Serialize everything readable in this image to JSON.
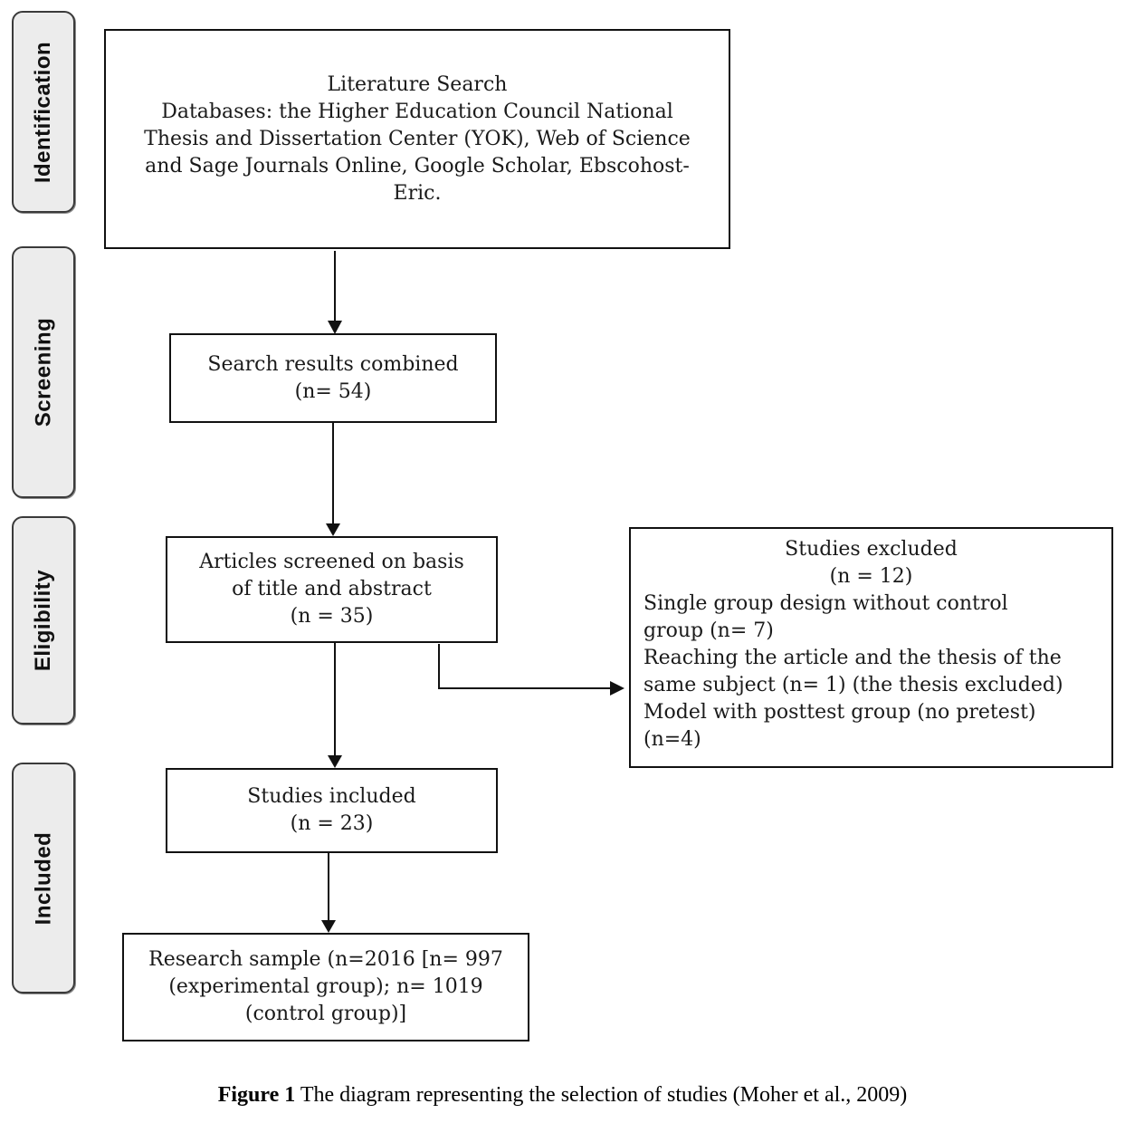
{
  "sidebar": {
    "items": [
      {
        "label": "Identification"
      },
      {
        "label": "Screening"
      },
      {
        "label": "Eligibility"
      },
      {
        "label": "Included"
      }
    ]
  },
  "flowchart": {
    "literature_search": {
      "lines": [
        "Literature Search",
        "Databases: the Higher Education Council National",
        "Thesis and Dissertation Center (YOK), Web of Science",
        "and Sage Journals Online, Google Scholar, Ebscohost-",
        "Eric."
      ]
    },
    "search_results": {
      "lines": [
        "Search results combined",
        "(n= 54)"
      ]
    },
    "articles_screened": {
      "lines": [
        "Articles screened on basis",
        "of title and abstract",
        "(n = 35)"
      ]
    },
    "studies_excluded": {
      "title": "Studies excluded",
      "count": "(n = 12)",
      "reason_lines": [
        "Single group design without control",
        "group (n= 7)",
        "Reaching the article and the thesis of the",
        "same subject (n= 1) (the thesis excluded)",
        "Model with posttest group (no pretest)",
        "(n=4)"
      ]
    },
    "studies_included": {
      "lines": [
        "Studies included",
        "(n = 23)"
      ]
    },
    "research_sample": {
      "lines": [
        "Research sample (n=2016 [n= 997",
        "(experimental group); n= 1019",
        "(control group)]"
      ]
    }
  },
  "caption": {
    "label": "Figure 1",
    "text": "The diagram representing the selection of studies (Moher et al., 2009)"
  },
  "colors": {
    "box_border": "#111111",
    "stage_fill": "#ececec",
    "text": "#1a1a1a"
  }
}
